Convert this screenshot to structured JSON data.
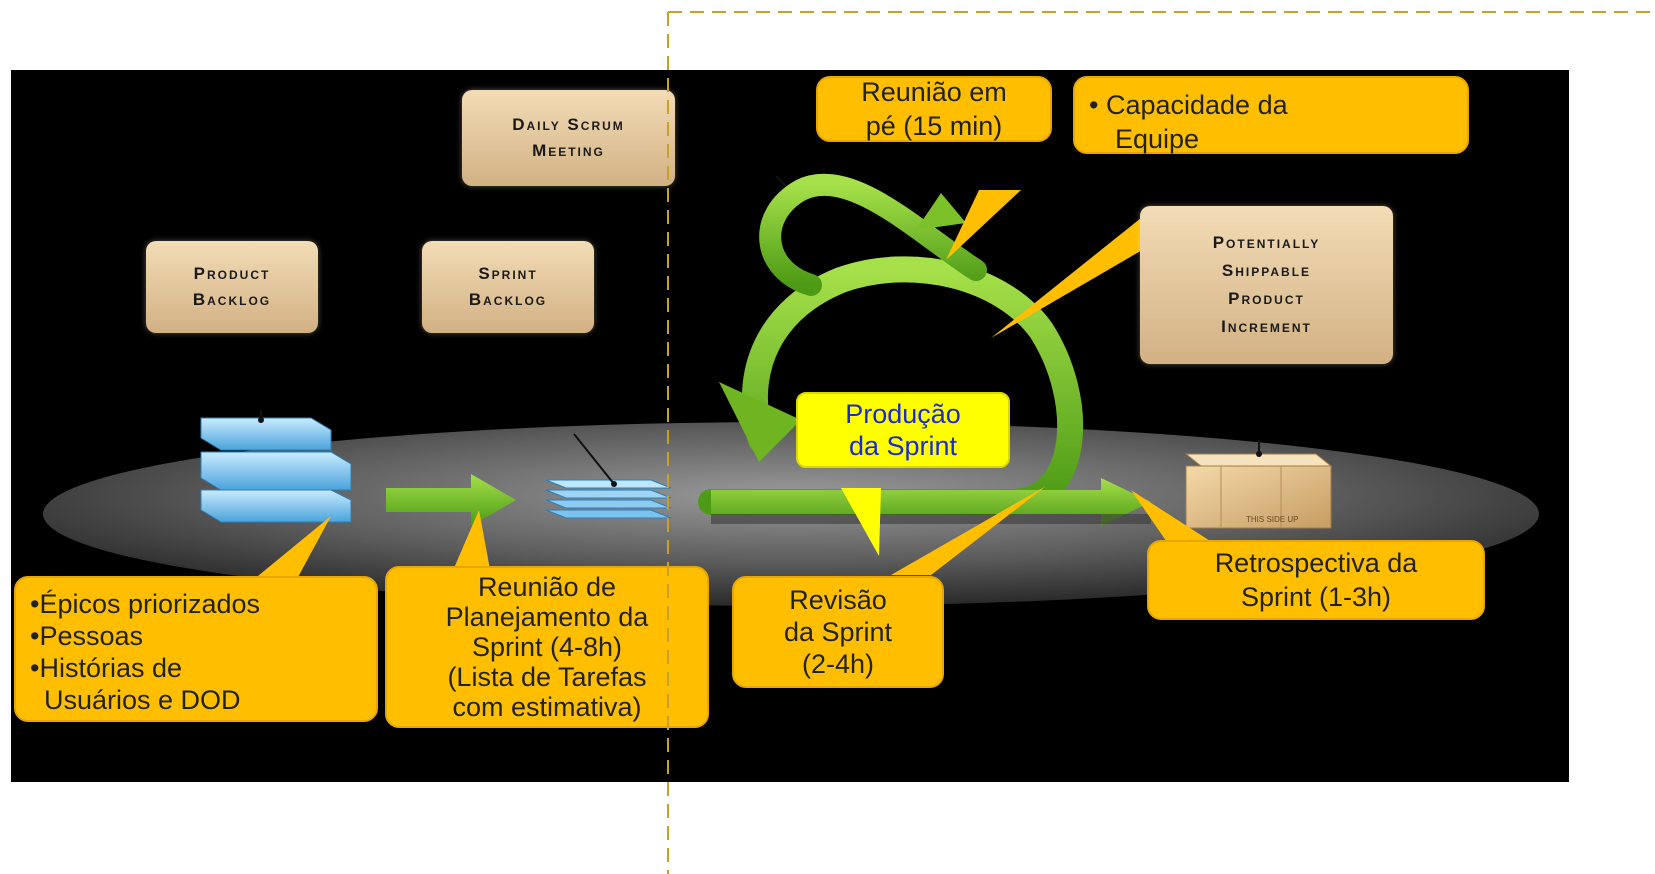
{
  "colors": {
    "background": "#000000",
    "callout": "#ffbf00",
    "label_box": "#e6c99b",
    "arrow_green": "#7fc02a",
    "highlight_yellow": "#ffff00",
    "highlight_text": "#1a2ad8",
    "guide_line": "#c8a227"
  },
  "boxes": {
    "daily_scrum": [
      "Daily Scrum",
      "Meeting"
    ],
    "product_backlog": [
      "Product",
      "Backlog"
    ],
    "sprint_backlog": [
      "Sprint",
      "Backlog"
    ],
    "potentially_shippable": [
      "Potentially",
      "Shippable",
      "Product",
      "Increment"
    ]
  },
  "callouts": {
    "reuniao_em_pe": [
      "Reunião em",
      "pé (15 min)"
    ],
    "capacidade": [
      "• Capacidade da",
      "Equipe"
    ],
    "epicos": [
      "•Épicos priorizados",
      "•Pessoas",
      "•Histórias de",
      "Usuários e DOD"
    ],
    "planejamento": [
      "Reunião de",
      "Planejamento da",
      "Sprint (4-8h)",
      "(Lista de Tarefas",
      "com estimativa)"
    ],
    "revisao": [
      "Revisão",
      "da Sprint",
      "(2-4h)"
    ],
    "retrospectiva": [
      "Retrospectiva da",
      "Sprint (1-3h)"
    ],
    "producao": [
      "Produção",
      "da Sprint"
    ]
  },
  "box_icon": "cardboard-box-icon",
  "box_text": "THIS SIDE UP"
}
